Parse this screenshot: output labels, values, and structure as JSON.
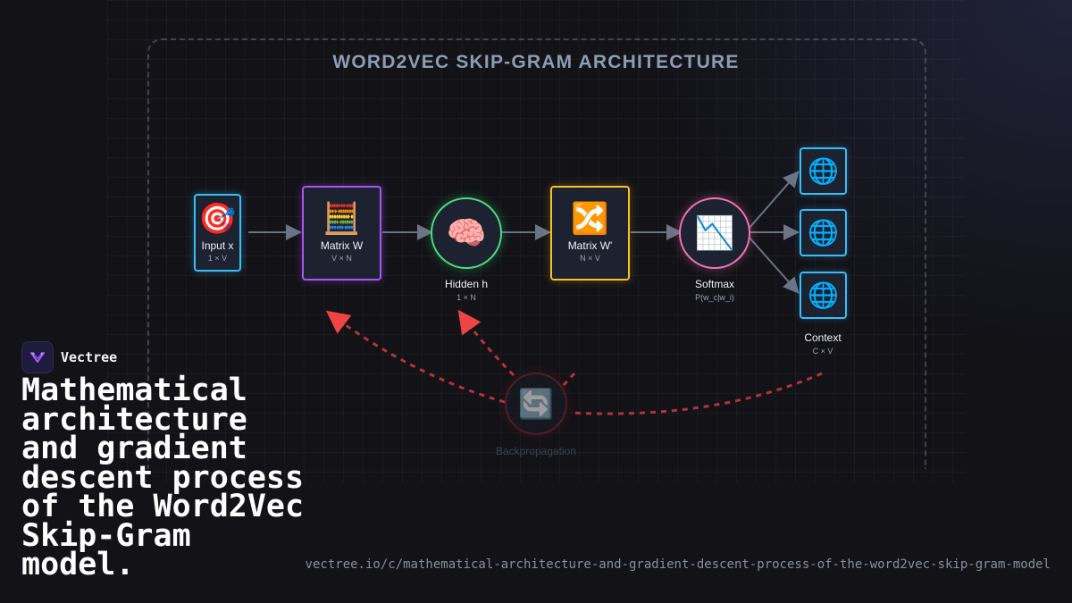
{
  "diagram": {
    "title": "WORD2VEC SKIP-GRAM ARCHITECTURE",
    "nodes": {
      "input": {
        "icon": "🎯",
        "icon_name": "target-icon",
        "label": "Input x",
        "dims": "1 × V",
        "color": "#38bdf8"
      },
      "matrix_w": {
        "icon": "🧮",
        "icon_name": "abacus-icon",
        "label": "Matrix W",
        "dims": "V × N",
        "color": "#a855f7"
      },
      "hidden": {
        "icon": "🧠",
        "icon_name": "brain-icon",
        "label": "Hidden h",
        "dims": "1 × N",
        "color": "#4ade80"
      },
      "matrix_w_prime": {
        "icon": "🔀",
        "icon_name": "shuffle-icon",
        "label": "Matrix W'",
        "dims": "N × V",
        "color": "#fbbf24"
      },
      "softmax": {
        "icon": "📉",
        "icon_name": "chart-decreasing-icon",
        "label": "Softmax",
        "dims": "P(w_c|w_i)",
        "color": "#f472b6"
      },
      "context": {
        "icon": "🌐",
        "icon_name": "globe-icon",
        "label": "Context",
        "dims": "C × V",
        "color": "#38bdf8",
        "count": 3
      },
      "backprop": {
        "icon": "🔄",
        "icon_name": "refresh-icon",
        "label": "Backpropagation",
        "color": "#dc2626"
      }
    }
  },
  "brand": {
    "name": "Vectree"
  },
  "headline": "Mathematical architecture and gradient descent process of the Word2Vec Skip-Gram model.",
  "url": "vectree.io/c/mathematical-architecture-and-gradient-descent-process-of-the-word2vec-skip-gram-model"
}
